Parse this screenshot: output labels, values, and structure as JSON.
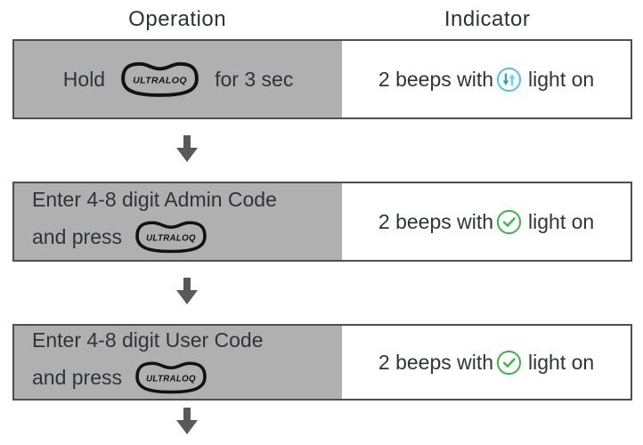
{
  "table": {
    "columns": [
      "Operation",
      "Indicator"
    ],
    "brand": {
      "logo_text": "ULTRALOQ"
    },
    "rows": [
      {
        "operation": {
          "text_before_logo": "Hold",
          "text_after_logo": "for 3 sec"
        },
        "indicator": {
          "text_before_icon": "2 beeps with",
          "text_after_icon": "light on",
          "icon": "blue-up-down-arrows-circle"
        }
      },
      {
        "operation": {
          "line1": "Enter 4-8 digit Admin Code",
          "line2_before_logo": "and press"
        },
        "indicator": {
          "text_before_icon": "2 beeps with",
          "text_after_icon": "light on",
          "icon": "green-check-circle"
        }
      },
      {
        "operation": {
          "line1": "Enter 4-8 digit User Code",
          "line2_before_logo": "and press"
        },
        "indicator": {
          "text_before_icon": "2 beeps with",
          "text_after_icon": "light on",
          "icon": "green-check-circle"
        }
      }
    ],
    "connector": "down-arrow"
  },
  "colors": {
    "operation_cell_bg": "#b0b0b1",
    "row_border": "#4d4f53",
    "text": "#303339",
    "blue_icon_circle": "#4fc3e8",
    "blue_icon_arrow_dark": "#2f9ed6",
    "blue_icon_arrow_light": "#6fcdf0",
    "green_icon": "#3bb54a",
    "connector_arrow": "#58595b"
  }
}
